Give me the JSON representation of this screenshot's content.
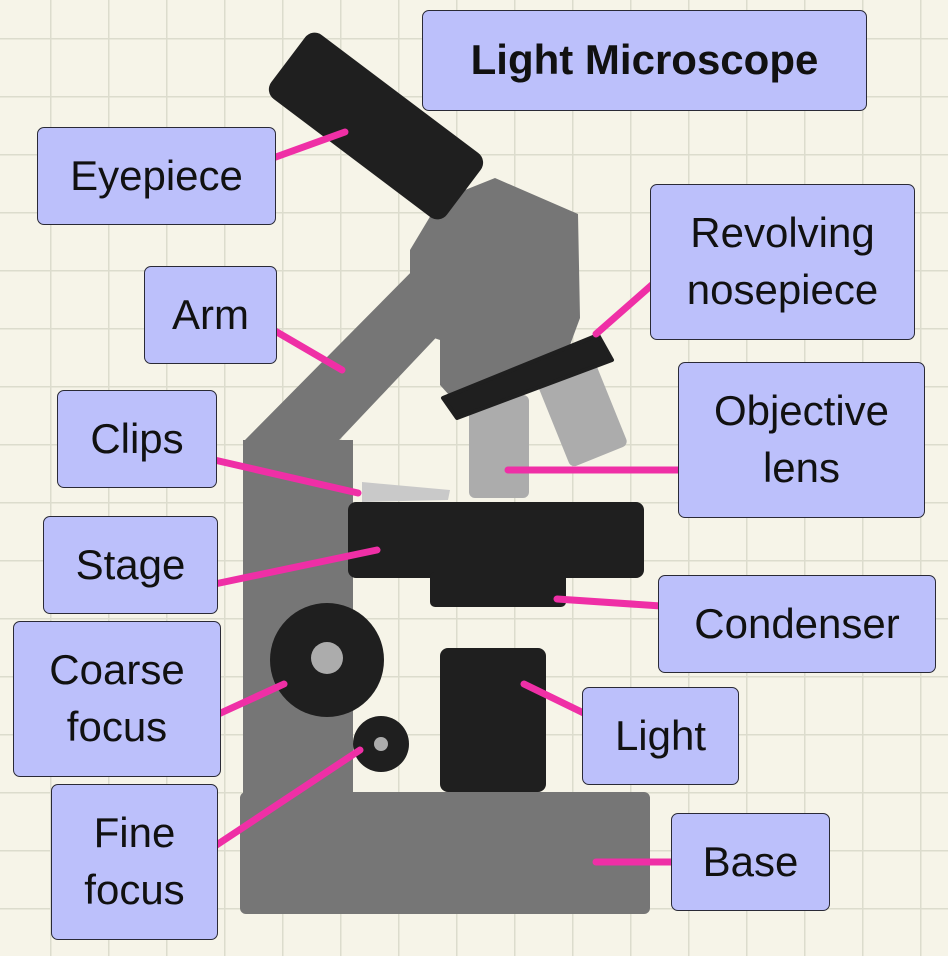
{
  "title": "Light Microscope",
  "labels": {
    "eyepiece": "Eyepiece",
    "arm": "Arm",
    "clips": "Clips",
    "stage": "Stage",
    "coarse_focus": "Coarse\nfocus",
    "fine_focus": "Fine\nfocus",
    "revolving_nosepiece": "Revolving\nnosepiece",
    "objective_lens": "Objective\nlens",
    "condenser": "Condenser",
    "light": "Light",
    "base": "Base"
  },
  "colors": {
    "background": "#f6f4e8",
    "grid": "#dcdccd",
    "label_fill": "#bcc0fb",
    "leader_line": "#ef2fa6",
    "body_gray": "#767676",
    "dark": "#1f1f1f",
    "light_gray": "#acacac"
  }
}
